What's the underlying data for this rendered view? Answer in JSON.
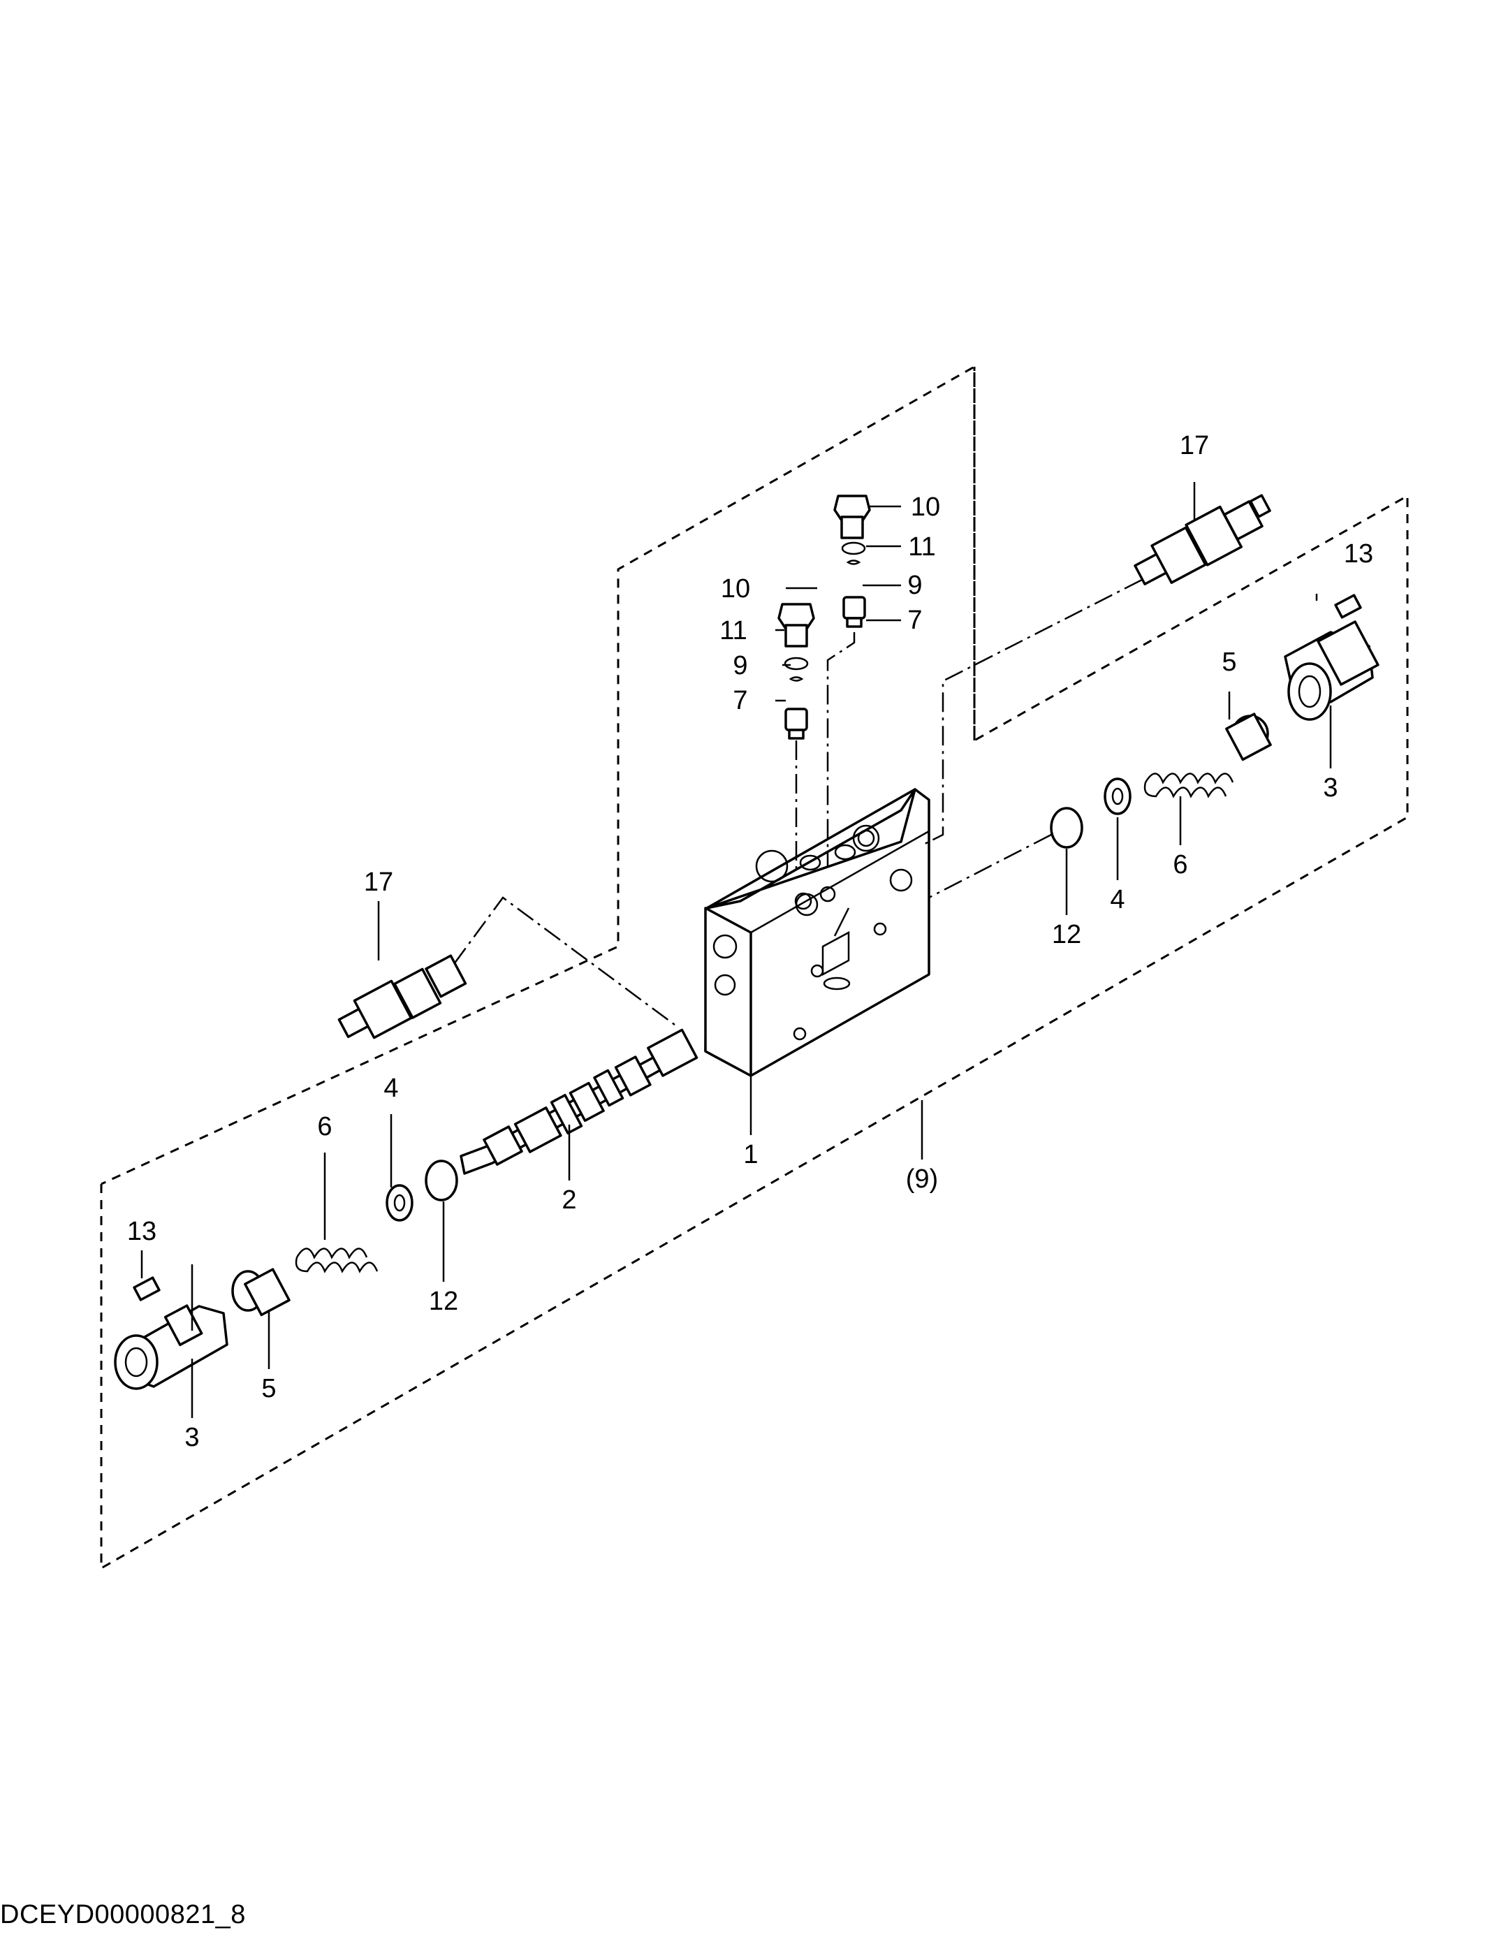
{
  "document_id": "DCEYD00000821_8",
  "callouts": {
    "c1": "1",
    "c2": "2",
    "c3a": "3",
    "c3b": "3",
    "c4a": "4",
    "c4b": "4",
    "c5a": "5",
    "c5b": "5",
    "c6a": "6",
    "c6b": "6",
    "c7a": "7",
    "c7b": "7",
    "c9a": "9",
    "c9b": "9",
    "c9_assembly": "(9)",
    "c10a": "10",
    "c10b": "10",
    "c11a": "11",
    "c11b": "11",
    "c12a": "12",
    "c12b": "12",
    "c13a": "13",
    "c13b": "13",
    "c17a": "17",
    "c17b": "17"
  }
}
